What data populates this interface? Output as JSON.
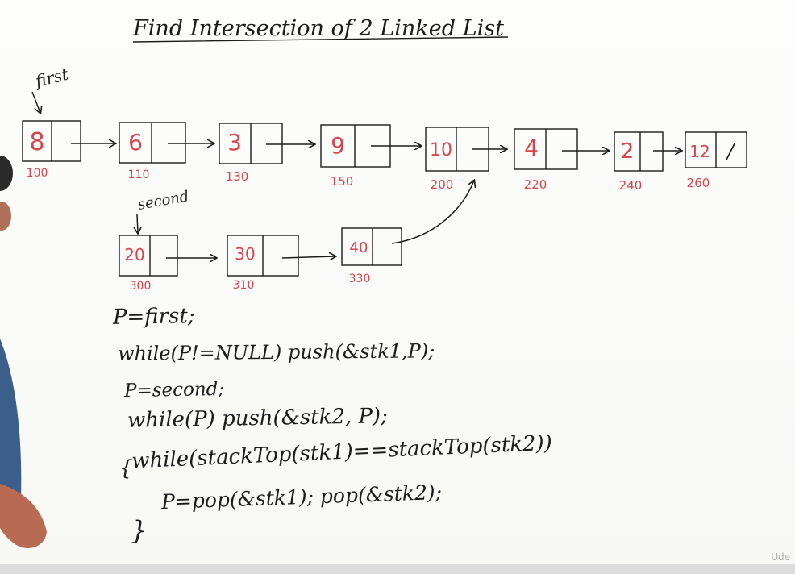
{
  "title": "Find Intersection of 2 Linked List",
  "list1": {
    "pointer_label": "first",
    "nodes": [
      {
        "value": "8",
        "address": "100"
      },
      {
        "value": "6",
        "address": "110"
      },
      {
        "value": "3",
        "address": "130"
      },
      {
        "value": "9",
        "address": "150"
      },
      {
        "value": "10",
        "address": "200"
      },
      {
        "value": "4",
        "address": "220"
      },
      {
        "value": "2",
        "address": "240"
      },
      {
        "value": "12",
        "address": "260"
      }
    ],
    "null_mark": "/"
  },
  "list2": {
    "pointer_label": "second",
    "nodes": [
      {
        "value": "20",
        "address": "300"
      },
      {
        "value": "30",
        "address": "310"
      },
      {
        "value": "40",
        "address": "330"
      }
    ]
  },
  "code": {
    "line1": "P=first;",
    "line2": "while(P!=NULL)  push(&stk1,P);",
    "line3": "P=second;",
    "line4": "while(P) push(&stk2, P);",
    "line5_open": "{",
    "line5": "while(stackTop(stk1)==stackTop(stk2))",
    "line6": "P=pop(&stk1);  pop(&stk2);",
    "line7_close": "}"
  },
  "watermark": "Ude",
  "colors": {
    "ink": "#1c1c1c",
    "marker_red": "#d8434e",
    "board": "#fbfbf9"
  }
}
